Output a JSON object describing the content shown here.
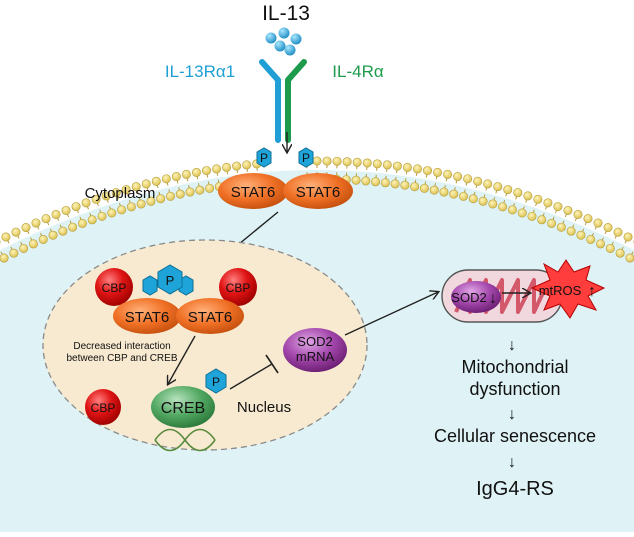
{
  "ligand": {
    "label": "IL-13"
  },
  "receptors": {
    "alpha1": {
      "label": "IL-13Rα1",
      "color": "#1f9fd6"
    },
    "alpha4": {
      "label": "IL-4Rα",
      "color": "#1e9a4c"
    }
  },
  "compartments": {
    "cytoplasm": "Cytoplasm",
    "nucleus": "Nucleus"
  },
  "phospho_label": "P",
  "stat6": {
    "label": "STAT6",
    "color": "#ee6b1c"
  },
  "cbp": {
    "label": "CBP",
    "color": "#d41414"
  },
  "interaction_note": {
    "line1": "Decreased interaction",
    "line2": "between CBP and CREB"
  },
  "creb": {
    "label": "CREB",
    "color": "#3f9a52"
  },
  "sod2_mrna": {
    "line1": "SOD2",
    "line2": "mRNA",
    "color": "#9b3fa4"
  },
  "mitochondrion": {
    "sod2_label": "SOD2",
    "mtros_label": "mtROS",
    "down_arrow": "↓",
    "up_arrow": "↑"
  },
  "outcomes": {
    "line1": "Mitochondrial",
    "line2": "dysfunction",
    "line3": "Cellular senescence",
    "line4": "IgG4-RS",
    "arrow": "↓"
  },
  "colors": {
    "cytoplasm_fill": "#dff3f6",
    "nucleus_fill": "#f7ead0",
    "membrane_head": "#f3df7c",
    "phospho_fill": "#1ea4d8"
  }
}
